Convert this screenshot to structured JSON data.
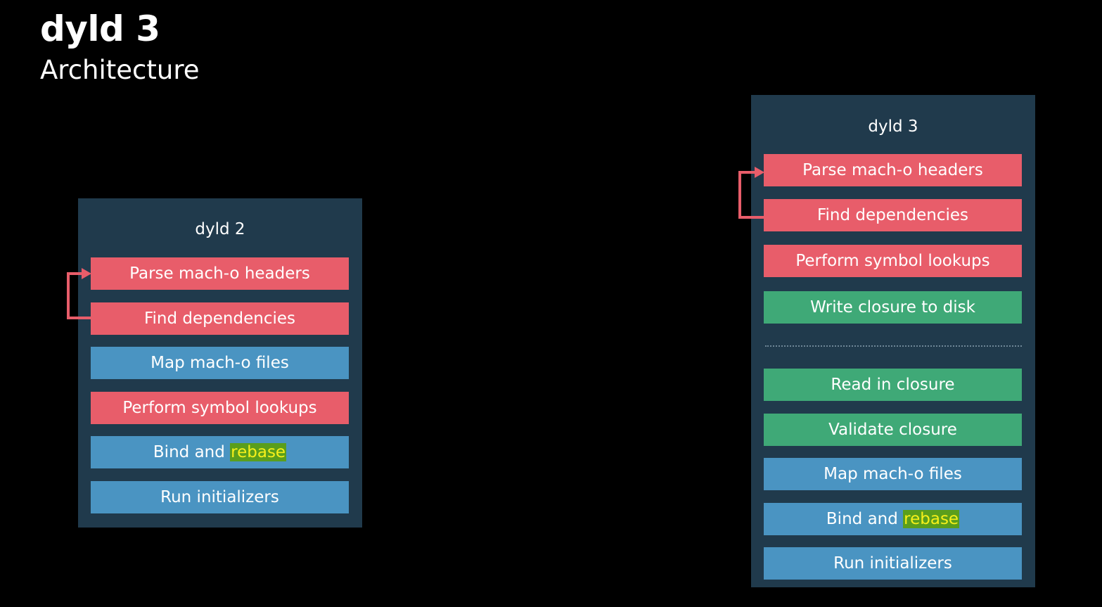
{
  "slide": {
    "title": "dyld 3",
    "subtitle": "Architecture"
  },
  "dyld2": {
    "title": "dyld 2",
    "steps": [
      {
        "text": "Parse mach-o headers",
        "color": "red"
      },
      {
        "text": "Find dependencies",
        "color": "red"
      },
      {
        "text": "Map mach-o files",
        "color": "blue"
      },
      {
        "text": "Perform symbol lookups",
        "color": "red"
      },
      {
        "prefix": "Bind and ",
        "highlight": "rebase",
        "color": "blue"
      },
      {
        "text": "Run initializers",
        "color": "blue"
      }
    ]
  },
  "dyld3": {
    "title": "dyld 3",
    "steps": [
      {
        "text": "Parse mach-o headers",
        "color": "red"
      },
      {
        "text": "Find dependencies",
        "color": "red"
      },
      {
        "text": "Perform symbol lookups",
        "color": "red"
      },
      {
        "text": "Write closure to disk",
        "color": "green"
      },
      {
        "text": "Read in closure",
        "color": "green"
      },
      {
        "text": "Validate closure",
        "color": "green"
      },
      {
        "text": "Map mach-o files",
        "color": "blue"
      },
      {
        "prefix": "Bind and ",
        "highlight": "rebase",
        "color": "blue"
      },
      {
        "text": "Run initializers",
        "color": "blue"
      }
    ]
  },
  "colors": {
    "background": "#000000",
    "panel": "#203a4c",
    "red": "#e85d6a",
    "blue": "#4a94c2",
    "green": "#3fa977",
    "highlight_bg": "#5a9e1c",
    "highlight_text": "#f6f01a",
    "loop_arrow": "#e85d6a"
  }
}
